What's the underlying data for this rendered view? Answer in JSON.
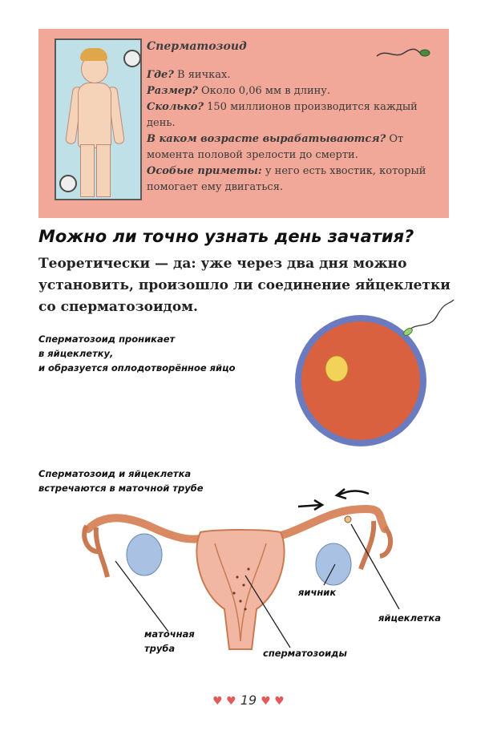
{
  "card": {
    "title": "Сперматозоид",
    "lines": [
      {
        "q": "Где?",
        "a": " В яичках."
      },
      {
        "q": "Размер?",
        "a": " Около 0,06 мм в длину."
      },
      {
        "q": "Сколько?",
        "a": " 150 миллионов производится каждый день."
      },
      {
        "q": "В каком возрасте вырабатываются?",
        "a": " От момента половой зрелости до смерти."
      },
      {
        "q": "Особые приметы:",
        "a": " у него есть хвостик, который помогает ему двигаться."
      }
    ]
  },
  "question": "Можно ли точно узнать день зачатия?",
  "answer": "Теоретически — да: уже через два дня можно установить, произошло ли соединение яйцеклетки со сперматозоидом.",
  "labels": {
    "enter": [
      "Сперматозоид проникает",
      "в яйцеклетку,",
      "и образуется оплодотворённое яйцо"
    ],
    "meet": [
      "Сперматозоид и яйцеклетка",
      "встречаются в маточной трубе"
    ],
    "ovary": "яичник",
    "egg": "яйцеклетка",
    "tube": [
      "маточная",
      "труба"
    ],
    "sperms": "сперматозоиды"
  },
  "page_number": "19",
  "colors": {
    "card_bg": "#f2a898",
    "egg_outer": "#6b7bbf",
    "egg_inner": "#d9613f",
    "nucleus": "#f3d25a",
    "uterus": "#f2b7a3",
    "ovary": "#a9c2e3",
    "heart": "#e35a5a"
  }
}
